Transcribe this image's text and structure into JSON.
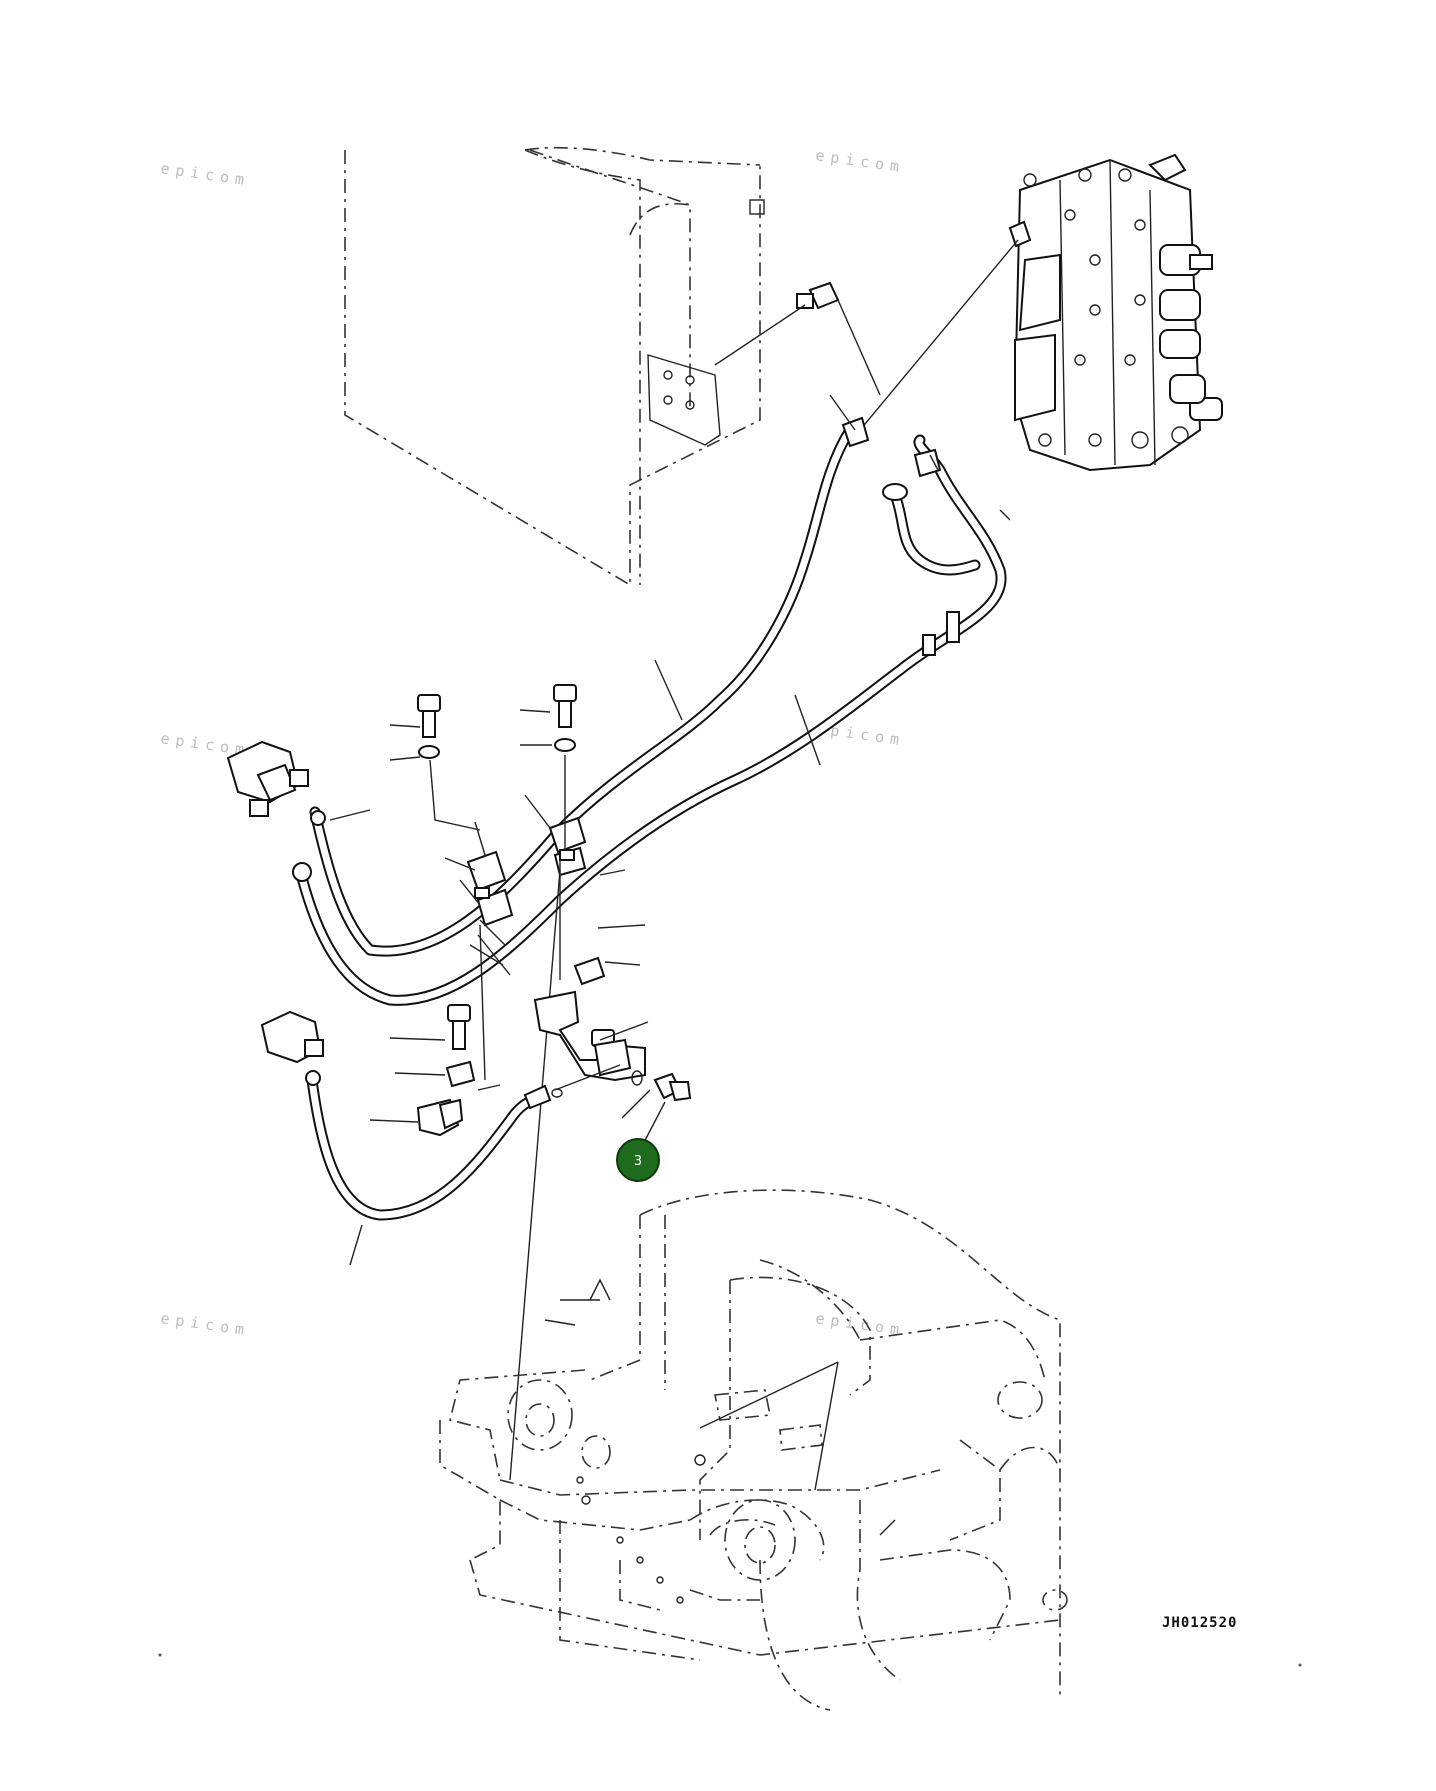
{
  "figure": {
    "id_label": "JH012520",
    "callouts": [
      {
        "number": "3"
      }
    ],
    "watermark_text": "epicom",
    "colors": {
      "line": "#111111",
      "background": "#ffffff",
      "callout_fill": "#1e6b1e"
    }
  }
}
